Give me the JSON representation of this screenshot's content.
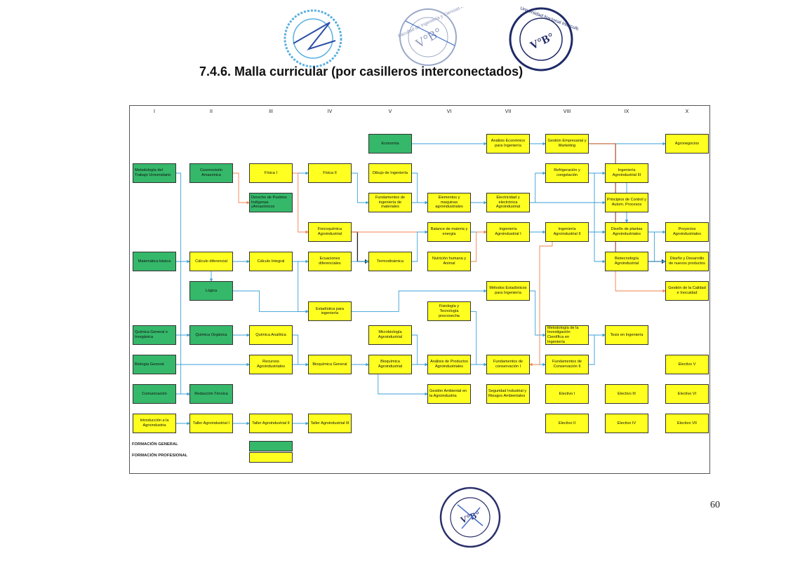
{
  "title": "7.4.6. Malla curricular (por casilleros interconectados)",
  "page_number": "60",
  "colors": {
    "general": "#35b86a",
    "profesional": "#ffff20",
    "link_blue": "#3aa0d8",
    "link_orange": "#f08050",
    "link_black": "#222222"
  },
  "stamps": {
    "stamp_2": {
      "text": "Facultad de Ingeniería y Ciencias Ambientales",
      "mark": "V°B°"
    },
    "stamp_3": {
      "text": "Universidad Nacional Intercultural de la Amazonía",
      "mark": "V°B°"
    }
  },
  "semesters": [
    "I",
    "II",
    "III",
    "IV",
    "V",
    "VI",
    "VII",
    "VIII",
    "IX",
    "X"
  ],
  "legend": {
    "general": "FORMACIÓN GENERAL",
    "profesional": "FORMACIÓN PROFESIONAL"
  },
  "courses": [
    {
      "id": "c1",
      "sem": 0,
      "row": 1,
      "type": "g",
      "align": "l",
      "label": "Metodología del Trabajo Universitario"
    },
    {
      "id": "c2",
      "sem": 0,
      "row": 4,
      "type": "g",
      "label": "Matemática básica"
    },
    {
      "id": "c3",
      "sem": 0,
      "row": 6.5,
      "type": "g",
      "align": "l",
      "label": "Química General e Inorgánica"
    },
    {
      "id": "c4",
      "sem": 0,
      "row": 7.5,
      "type": "g",
      "align": "l",
      "label": "Biología General"
    },
    {
      "id": "c5",
      "sem": 0,
      "row": 8.5,
      "type": "g",
      "label": "Comunicación"
    },
    {
      "id": "c6",
      "sem": 0,
      "row": 9.5,
      "type": "y",
      "label": "Introducción a la Agroindustria"
    },
    {
      "id": "c7",
      "sem": 1,
      "row": 1,
      "type": "g",
      "label": "Cosmovisión Amazónica"
    },
    {
      "id": "c8",
      "sem": 1,
      "row": 4,
      "type": "y",
      "label": "Cálculo diferencial"
    },
    {
      "id": "c9",
      "sem": 1,
      "row": 5,
      "type": "g",
      "label": "Lógica"
    },
    {
      "id": "c10",
      "sem": 1,
      "row": 6.5,
      "type": "g",
      "label": "Química Orgánica"
    },
    {
      "id": "c11",
      "sem": 1,
      "row": 8.5,
      "type": "g",
      "label": "Redacción Técnica"
    },
    {
      "id": "c12",
      "sem": 1,
      "row": 9.5,
      "type": "y",
      "label": "Taller Agroindustrial I"
    },
    {
      "id": "c13",
      "sem": 2,
      "row": 1,
      "type": "y",
      "label": "Física I"
    },
    {
      "id": "c14",
      "sem": 2,
      "row": 2,
      "type": "g",
      "align": "l",
      "label": "Derecho de Pueblos Indígenas yAmazónicos"
    },
    {
      "id": "c15",
      "sem": 2,
      "row": 4,
      "type": "y",
      "label": "Cálculo Integral"
    },
    {
      "id": "c16",
      "sem": 2,
      "row": 6.5,
      "type": "y",
      "label": "Química Analítica"
    },
    {
      "id": "c17",
      "sem": 2,
      "row": 7.5,
      "type": "y",
      "label": "Recursos Agroindustriales"
    },
    {
      "id": "c18",
      "sem": 2,
      "row": 9.5,
      "type": "y",
      "label": "Taller Agroindustrial II"
    },
    {
      "id": "c19",
      "sem": 3,
      "row": 1,
      "type": "y",
      "label": "Física II"
    },
    {
      "id": "c20",
      "sem": 3,
      "row": 3,
      "type": "y",
      "label": "Fisicoquímica Agroindustrial"
    },
    {
      "id": "c21",
      "sem": 3,
      "row": 4,
      "type": "y",
      "label": "Ecuaciones diferenciales"
    },
    {
      "id": "c22",
      "sem": 3,
      "row": 5.7,
      "type": "y",
      "label": "Estadística para ingeniería"
    },
    {
      "id": "c23",
      "sem": 3,
      "row": 7.5,
      "type": "y",
      "label": "Bioquímica General"
    },
    {
      "id": "c24",
      "sem": 3,
      "row": 9.5,
      "type": "y",
      "label": "Taller Agroindustrial III"
    },
    {
      "id": "c25",
      "sem": 4,
      "row": 0,
      "type": "g",
      "label": "Economía"
    },
    {
      "id": "c26",
      "sem": 4,
      "row": 1,
      "type": "y",
      "label": "Dibujo de Ingeniería"
    },
    {
      "id": "c27",
      "sem": 4,
      "row": 2,
      "type": "y",
      "label": "Fundamentos de ingeniería de materiales"
    },
    {
      "id": "c28",
      "sem": 4,
      "row": 4,
      "type": "y",
      "label": "Termodinámica"
    },
    {
      "id": "c29",
      "sem": 4,
      "row": 6.5,
      "type": "y",
      "label": "Microbiología Agroindustrial"
    },
    {
      "id": "c30",
      "sem": 4,
      "row": 7.5,
      "type": "y",
      "label": "Bioquímica Agroindustrial"
    },
    {
      "id": "c31",
      "sem": 5,
      "row": 2,
      "type": "y",
      "label": "Elementos y maquinas agroindustriales"
    },
    {
      "id": "c32",
      "sem": 5,
      "row": 3,
      "type": "y",
      "label": "Balance de materia y energía"
    },
    {
      "id": "c33",
      "sem": 5,
      "row": 4,
      "type": "y",
      "label": "Nutrición humana y Animal"
    },
    {
      "id": "c34",
      "sem": 5,
      "row": 5.7,
      "type": "y",
      "label": "Fisiología y Tecnología poscosecha"
    },
    {
      "id": "c35",
      "sem": 5,
      "row": 7.5,
      "type": "y",
      "label": "Análisis de Productos Agroindustriales"
    },
    {
      "id": "c36",
      "sem": 5,
      "row": 8.5,
      "type": "y",
      "align": "l",
      "label": "Gestión Ambiental en la Agroindustria"
    },
    {
      "id": "c37",
      "sem": 6,
      "row": 0,
      "type": "y",
      "label": "Análisis Económico para Ingeniería"
    },
    {
      "id": "c38",
      "sem": 6,
      "row": 2,
      "type": "y",
      "label": "Electricidad y electrónica Agroindustrial"
    },
    {
      "id": "c39",
      "sem": 6,
      "row": 3,
      "type": "y",
      "label": "Ingeniería Agroindustrial I"
    },
    {
      "id": "c40",
      "sem": 6,
      "row": 5,
      "type": "y",
      "label": "Métodos Estadísticos para Ingeniería"
    },
    {
      "id": "c41",
      "sem": 6,
      "row": 7.5,
      "type": "y",
      "label": "Fundamentos de conservación I"
    },
    {
      "id": "c42",
      "sem": 6,
      "row": 8.5,
      "type": "y",
      "align": "l",
      "label": "Seguridad Industrial y Riesgos Ambientales"
    },
    {
      "id": "c43",
      "sem": 7,
      "row": 0,
      "type": "y",
      "label": "Gestión Empresarial y Marketing"
    },
    {
      "id": "c44",
      "sem": 7,
      "row": 1,
      "type": "y",
      "label": "Refrigeración y congelación"
    },
    {
      "id": "c45",
      "sem": 7,
      "row": 3,
      "type": "y",
      "label": "Ingeniería Agroindustrial II"
    },
    {
      "id": "c46",
      "sem": 7,
      "row": 6.5,
      "type": "y",
      "align": "l",
      "label": "Metodología de la Investigación Científica en Ingeniería"
    },
    {
      "id": "c47",
      "sem": 7,
      "row": 7.5,
      "type": "y",
      "label": "Fundamentos de Conservación II"
    },
    {
      "id": "c48",
      "sem": 7,
      "row": 8.5,
      "type": "y",
      "label": "Electivo I"
    },
    {
      "id": "c49",
      "sem": 7,
      "row": 9.5,
      "type": "y",
      "label": "Electivo II"
    },
    {
      "id": "c50",
      "sem": 8,
      "row": 1,
      "type": "y",
      "label": "Ingeniería Agroindustrial III"
    },
    {
      "id": "c51",
      "sem": 8,
      "row": 2,
      "type": "y",
      "label": "Principios de Control y Autom. Procesos"
    },
    {
      "id": "c52",
      "sem": 8,
      "row": 3,
      "type": "y",
      "label": "Diseño de plantas Agroindustriales"
    },
    {
      "id": "c53",
      "sem": 8,
      "row": 4,
      "type": "y",
      "label": "Biotecnología Agroindustrial"
    },
    {
      "id": "c54",
      "sem": 8,
      "row": 6.5,
      "type": "y",
      "label": "Tesis en Ingeniería"
    },
    {
      "id": "c55",
      "sem": 8,
      "row": 8.5,
      "type": "y",
      "label": "Electivo III"
    },
    {
      "id": "c56",
      "sem": 8,
      "row": 9.5,
      "type": "y",
      "label": "Electivo IV"
    },
    {
      "id": "c57",
      "sem": 9,
      "row": 0,
      "type": "y",
      "label": "Agronegocios"
    },
    {
      "id": "c58",
      "sem": 9,
      "row": 3,
      "type": "y",
      "label": "Proyectos Agroindustriales"
    },
    {
      "id": "c59",
      "sem": 9,
      "row": 4,
      "type": "y",
      "label": "Diseño y Desarrollo de nuevos productos"
    },
    {
      "id": "c60",
      "sem": 9,
      "row": 5,
      "type": "y",
      "label": "Gestión de la Calidad e Inocuidad"
    },
    {
      "id": "c61",
      "sem": 9,
      "row": 7.5,
      "type": "y",
      "label": "Electivo V"
    },
    {
      "id": "c62",
      "sem": 9,
      "row": 8.5,
      "type": "y",
      "label": "Electivo VI"
    },
    {
      "id": "c63",
      "sem": 9,
      "row": 9.5,
      "type": "y",
      "label": "Electivo VII"
    }
  ],
  "links": [
    [
      "c1",
      "c11",
      "b"
    ],
    [
      "c2",
      "c8",
      "b"
    ],
    [
      "c3",
      "c10",
      "b"
    ],
    [
      "c4",
      "c17",
      "b"
    ],
    [
      "c5",
      "c11",
      "b"
    ],
    [
      "c6",
      "c12",
      "b"
    ],
    [
      "c7",
      "c14",
      "o"
    ],
    [
      "c8",
      "c15",
      "b"
    ],
    [
      "c8",
      "c9",
      "b"
    ],
    [
      "c9",
      "c22",
      "b"
    ],
    [
      "c10",
      "c16",
      "b"
    ],
    [
      "c12",
      "c18",
      "b"
    ],
    [
      "c13",
      "c19",
      "b"
    ],
    [
      "c13",
      "c20",
      "o"
    ],
    [
      "c15",
      "c21",
      "b"
    ],
    [
      "c15",
      "c22",
      "b"
    ],
    [
      "c16",
      "c23",
      "b"
    ],
    [
      "c17",
      "c23",
      "b"
    ],
    [
      "c18",
      "c24",
      "b"
    ],
    [
      "c19",
      "c27",
      "b"
    ],
    [
      "c20",
      "c28",
      "k"
    ],
    [
      "c20",
      "c32",
      "o"
    ],
    [
      "c21",
      "c28",
      "b"
    ],
    [
      "c22",
      "c40",
      "b"
    ],
    [
      "c23",
      "c30",
      "b"
    ],
    [
      "c23",
      "c36",
      "b"
    ],
    [
      "c25",
      "c37",
      "b"
    ],
    [
      "c26",
      "c31",
      "b"
    ],
    [
      "c27",
      "c31",
      "b"
    ],
    [
      "c28",
      "c32",
      "b"
    ],
    [
      "c29",
      "c35",
      "b"
    ],
    [
      "c30",
      "c35",
      "b"
    ],
    [
      "c30",
      "c41",
      "b"
    ],
    [
      "c31",
      "c38",
      "b"
    ],
    [
      "c32",
      "c39",
      "b"
    ],
    [
      "c33",
      "c39",
      "o"
    ],
    [
      "c34",
      "c41",
      "b"
    ],
    [
      "c35",
      "c41",
      "b"
    ],
    [
      "c37",
      "c43",
      "b"
    ],
    [
      "c38",
      "c44",
      "b"
    ],
    [
      "c38",
      "c51",
      "b"
    ],
    [
      "c39",
      "c45",
      "b"
    ],
    [
      "c40",
      "c46",
      "b"
    ],
    [
      "c41",
      "c47",
      "b"
    ],
    [
      "c43",
      "c57",
      "b"
    ],
    [
      "c43",
      "c59",
      "k"
    ],
    [
      "c43",
      "c60",
      "o"
    ],
    [
      "c44",
      "c50",
      "b"
    ],
    [
      "c44",
      "c52",
      "b"
    ],
    [
      "c45",
      "c52",
      "b"
    ],
    [
      "c45",
      "c53",
      "b"
    ],
    [
      "c45",
      "c41",
      "o"
    ],
    [
      "c46",
      "c54",
      "b"
    ],
    [
      "c47",
      "c54",
      "b"
    ],
    [
      "c50",
      "c52",
      "b"
    ],
    [
      "c51",
      "c52",
      "b"
    ],
    [
      "c52",
      "c58",
      "b"
    ],
    [
      "c52",
      "c59",
      "b"
    ],
    [
      "c53",
      "c59",
      "b"
    ]
  ]
}
